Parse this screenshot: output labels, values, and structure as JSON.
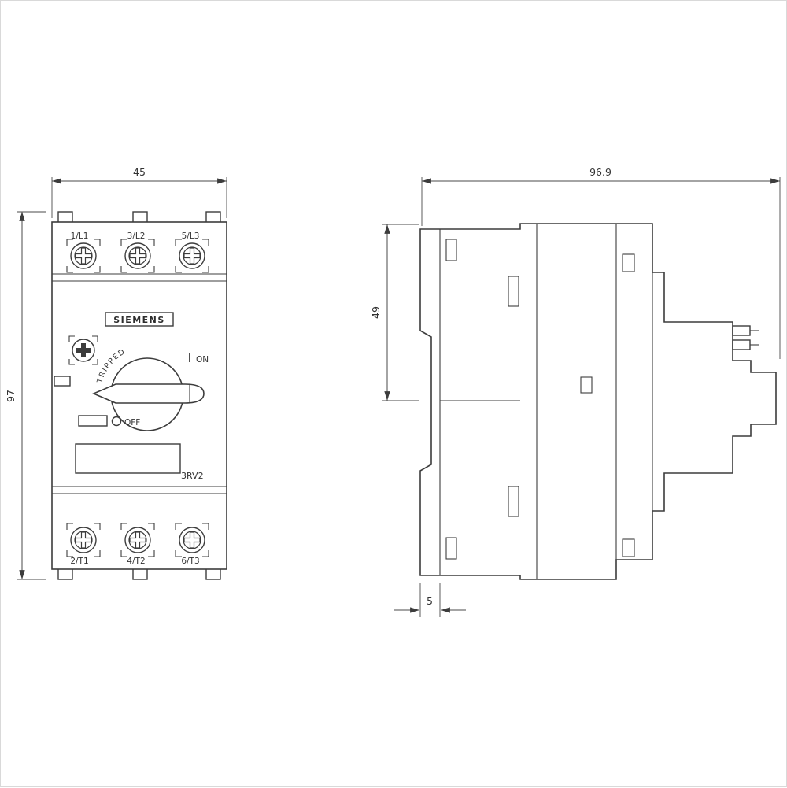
{
  "drawing": {
    "brand": "SIEMENS",
    "model": "3RV2",
    "front_view": {
      "top_terminals": [
        "1/L1",
        "3/L2",
        "5/L3"
      ],
      "bottom_terminals": [
        "2/T1",
        "4/T2",
        "6/T3"
      ],
      "switch": {
        "tripped": "TRIPPED",
        "on": "ON",
        "off": "OFF"
      }
    },
    "dimensions_mm": {
      "front_width": "45",
      "front_height": "97",
      "side_depth": "96.9",
      "side_height": "49",
      "rail_offset": "5"
    },
    "colors": {
      "line": "#3c3c3c",
      "background": "#ffffff"
    }
  }
}
